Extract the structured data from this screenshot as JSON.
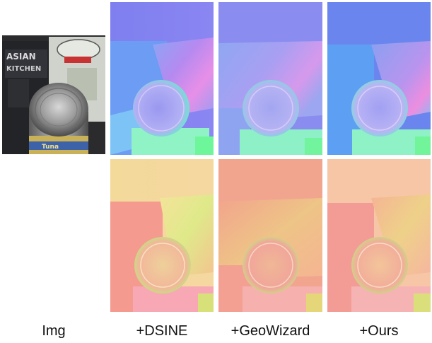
{
  "figure": {
    "columns": [
      {
        "id": "img",
        "caption": "Img"
      },
      {
        "id": "dsine",
        "caption": "+DSINE"
      },
      {
        "id": "geowizard",
        "caption": "+GeoWizard"
      },
      {
        "id": "ours",
        "caption": "+Ours"
      }
    ],
    "photo_text": {
      "bag_text": "ASIAN KITCHEN",
      "can_label_text": "Tuna"
    },
    "rows": [
      {
        "id": "row-top",
        "description": "normal maps (blue/purple scheme)"
      },
      {
        "id": "row-bottom",
        "description": "normal maps (orange/pink scheme)"
      }
    ]
  }
}
